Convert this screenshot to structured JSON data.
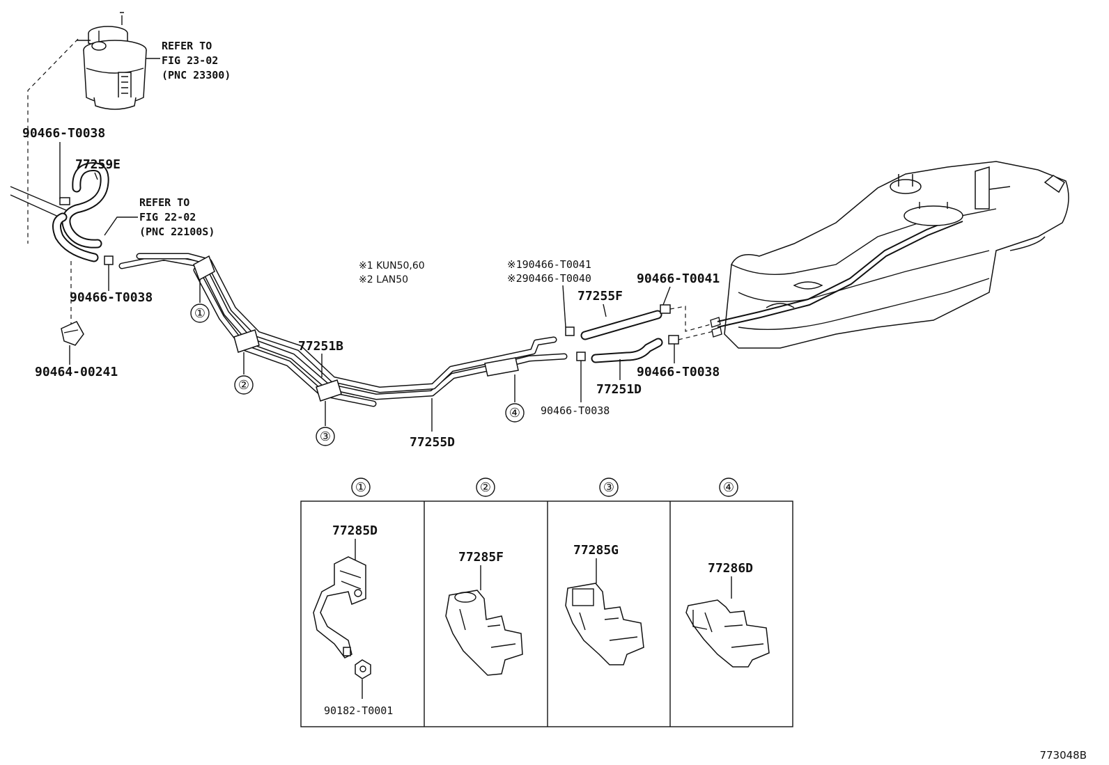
{
  "refs": {
    "fig_23_02": {
      "line1": "REFER TO",
      "line2": "FIG 23-02",
      "line3": "(PNC 23300)"
    },
    "fig_22_02": {
      "line1": "REFER TO",
      "line2": "FIG 22-02",
      "line3": "(PNC 22100S)"
    }
  },
  "notes": {
    "model_1": "※1 KUN50,60",
    "model_2": "※2 LAN50",
    "clip_1": "※190466-T0041",
    "clip_2": "※290466-T0040"
  },
  "parts": {
    "clip_top_left": "90466-T0038",
    "hose_77259e": "77259E",
    "clip_left": "90466-T0038",
    "clamp_left": "90464-00241",
    "tube_77251b": "77251B",
    "tube_77255d": "77255D",
    "hose_77255f": "77255F",
    "hose_77251d": "77251D",
    "clip_mid_lower": "90466-T0038",
    "clip_right_upper": "90466-T0041",
    "clip_right_lower": "90466-T0038"
  },
  "callouts": [
    "①",
    "②",
    "③",
    "④"
  ],
  "detail_panels": [
    {
      "marker": "①",
      "part": "77285D",
      "sub_part": "90182-T0001"
    },
    {
      "marker": "②",
      "part": "77285F"
    },
    {
      "marker": "③",
      "part": "77285G"
    },
    {
      "marker": "④",
      "part": "77286D"
    }
  ],
  "figure_id": "773048B"
}
